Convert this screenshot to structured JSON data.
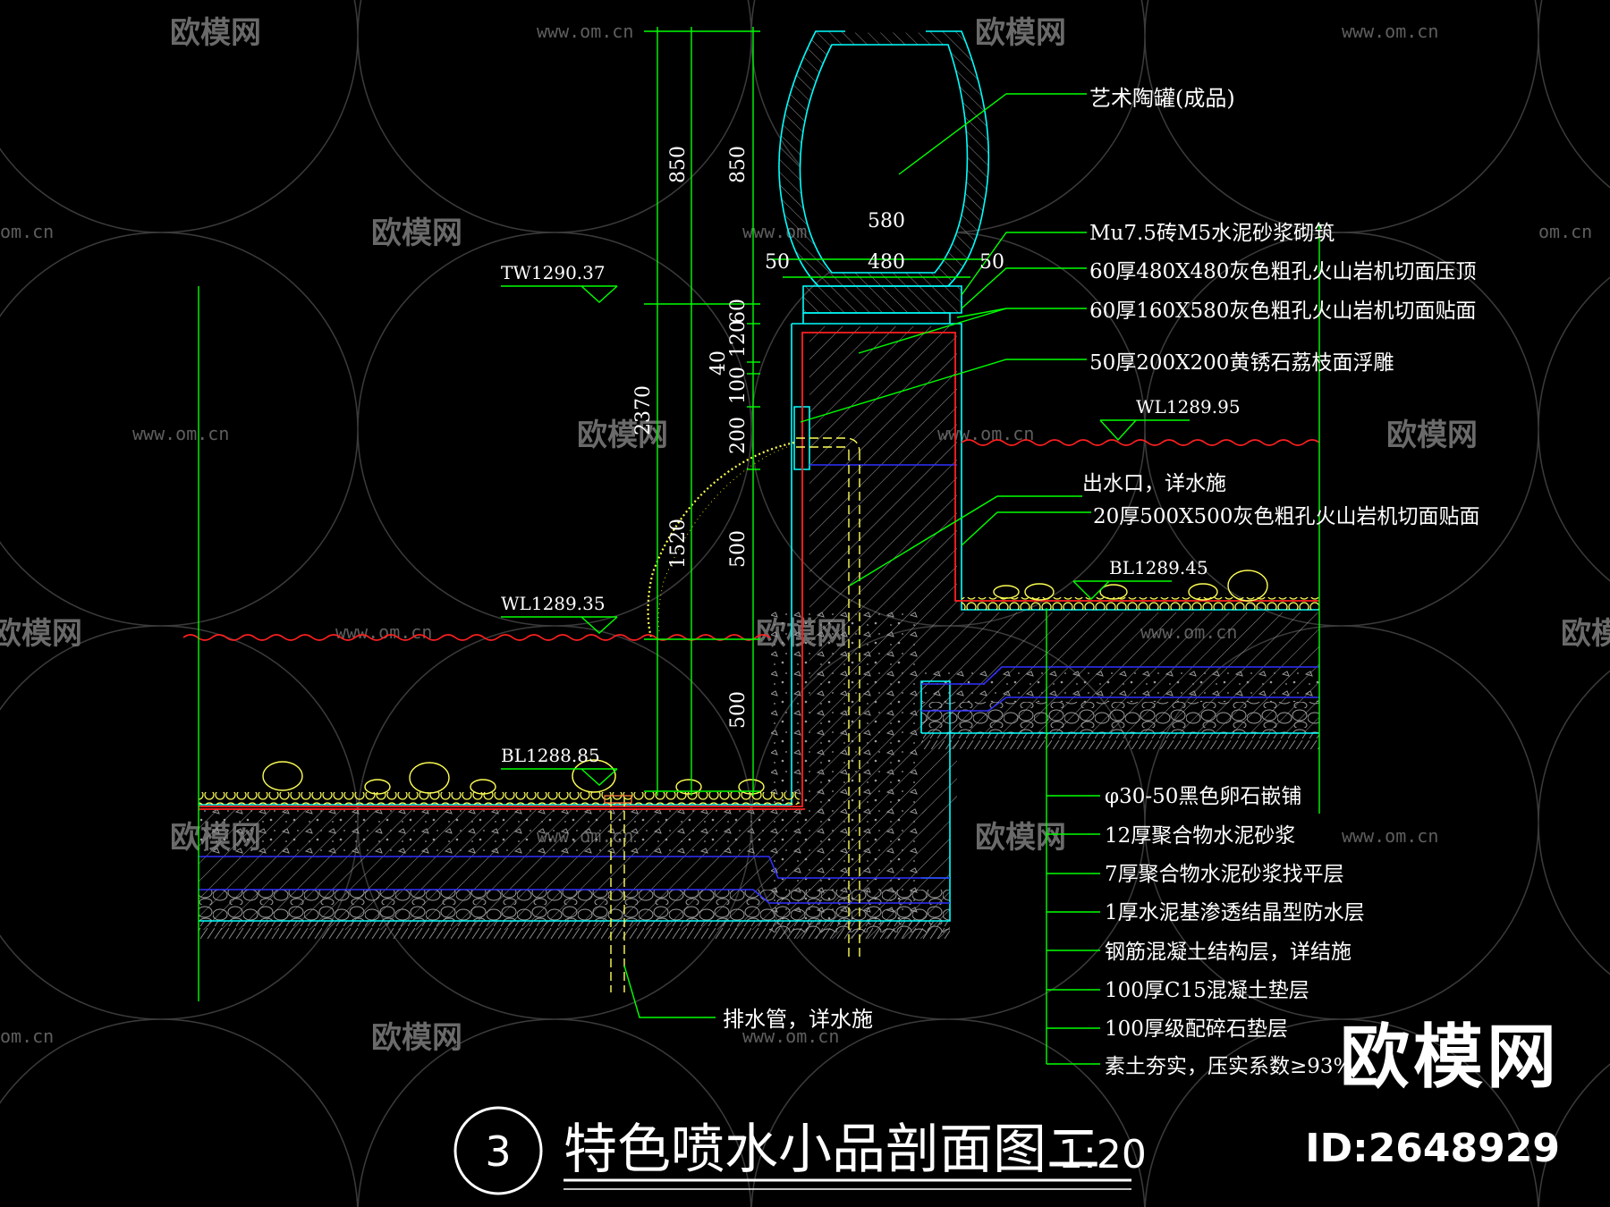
{
  "drawing": {
    "number": "3",
    "title": "特色喷水小品剖面图二",
    "scale": "1:20"
  },
  "callouts": {
    "jar": "艺术陶罐(成品)",
    "brick": "Mu7.5砖M5水泥砂浆砌筑",
    "cap": "60厚480X480灰色粗孔火山岩机切面压顶",
    "face_top": "60厚160X580灰色粗孔火山岩机切面贴面",
    "relief": "50厚200X200黄锈石荔枝面浮雕",
    "outlet": "出水口，详水施",
    "face_wall": "20厚500X500灰色粗孔火山岩机切面贴面",
    "drain": "排水管，详水施"
  },
  "layers": [
    "φ30-50黑色卵石嵌铺",
    "12厚聚合物水泥砂浆",
    "7厚聚合物水泥砂浆找平层",
    "1厚水泥基渗透结晶型防水层",
    "钢筋混凝土结构层，详结施",
    "100厚C15混凝土垫层",
    "100厚级配碎石垫层",
    "素土夯实，压实系数≥93%"
  ],
  "elevations": {
    "tw": "TW1290.37",
    "wl_high": "WL1289.95",
    "bl_high": "BL1289.45",
    "wl_low": "WL1289.35",
    "bl_low": "BL1288.85"
  },
  "dimensions": {
    "jar_h1": "850",
    "jar_h2": "850",
    "total": "2370",
    "lower": "1520",
    "d60": "60",
    "d120": "120",
    "d40": "40",
    "d100": "100",
    "d200": "200",
    "d500a": "500",
    "d500b": "500",
    "w580": "580",
    "w480": "480",
    "w50a": "50",
    "w50b": "50"
  },
  "watermark": {
    "brand": "欧模网",
    "url": "www.om.cn",
    "url_short": "om.cn",
    "id": "ID:2648929"
  },
  "colors": {
    "background": "#000000",
    "dimension": "#00ff00",
    "outline": "#00ffff",
    "water": "#ff0000",
    "layer_line": "#0000ff",
    "pebble": "#ffff00",
    "hatch": "#bfbfbf",
    "text": "#ffffff"
  }
}
